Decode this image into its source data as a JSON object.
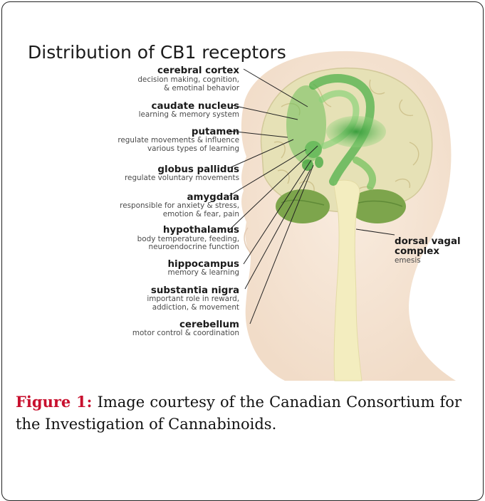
{
  "figure": {
    "title": "Distribution of CB1 receptors",
    "labels": [
      {
        "id": "cerebral-cortex",
        "name": "cerebral cortex",
        "desc": [
          "decision making, cognition,",
          "& emotinal behavior"
        ]
      },
      {
        "id": "caudate-nucleus",
        "name": "caudate nucleus",
        "desc": [
          "learning & memory system"
        ]
      },
      {
        "id": "putamen",
        "name": "putamen",
        "desc": [
          "regulate movements & influence",
          "various types of learning"
        ]
      },
      {
        "id": "globus-pallidus",
        "name": "globus pallidus",
        "desc": [
          "regulate voluntary movements"
        ]
      },
      {
        "id": "amygdala",
        "name": "amygdala",
        "desc": [
          "responsible for anxiety & stress,",
          "emotion & fear, pain"
        ]
      },
      {
        "id": "hypothalamus",
        "name": "hypothalamus",
        "desc": [
          "body temperature, feeding,",
          "neuroendocrine function"
        ]
      },
      {
        "id": "hippocampus",
        "name": "hippocampus",
        "desc": [
          "memory & learning"
        ]
      },
      {
        "id": "substantia-nigra",
        "name": "substantia nigra",
        "desc": [
          "important role in reward,",
          "addiction, & movement"
        ]
      },
      {
        "id": "cerebellum",
        "name": "cerebellum",
        "desc": [
          "motor control & coordination"
        ]
      }
    ],
    "right_label": {
      "id": "dorsal-vagal-complex",
      "name_lines": [
        "dorsal vagal",
        "complex"
      ],
      "desc": [
        "emesis"
      ]
    },
    "colors": {
      "skin": "#f6e7d8",
      "brain": "#e4dfb4",
      "receptor": "#5dbb4a",
      "cerebellum": "#7fa84e",
      "brainstem": "#f3edbf"
    }
  },
  "caption": {
    "label": "Figure 1:",
    "text": " Image courtesy of the Canadian Consortium for the Investigation of Cannabinoids."
  }
}
